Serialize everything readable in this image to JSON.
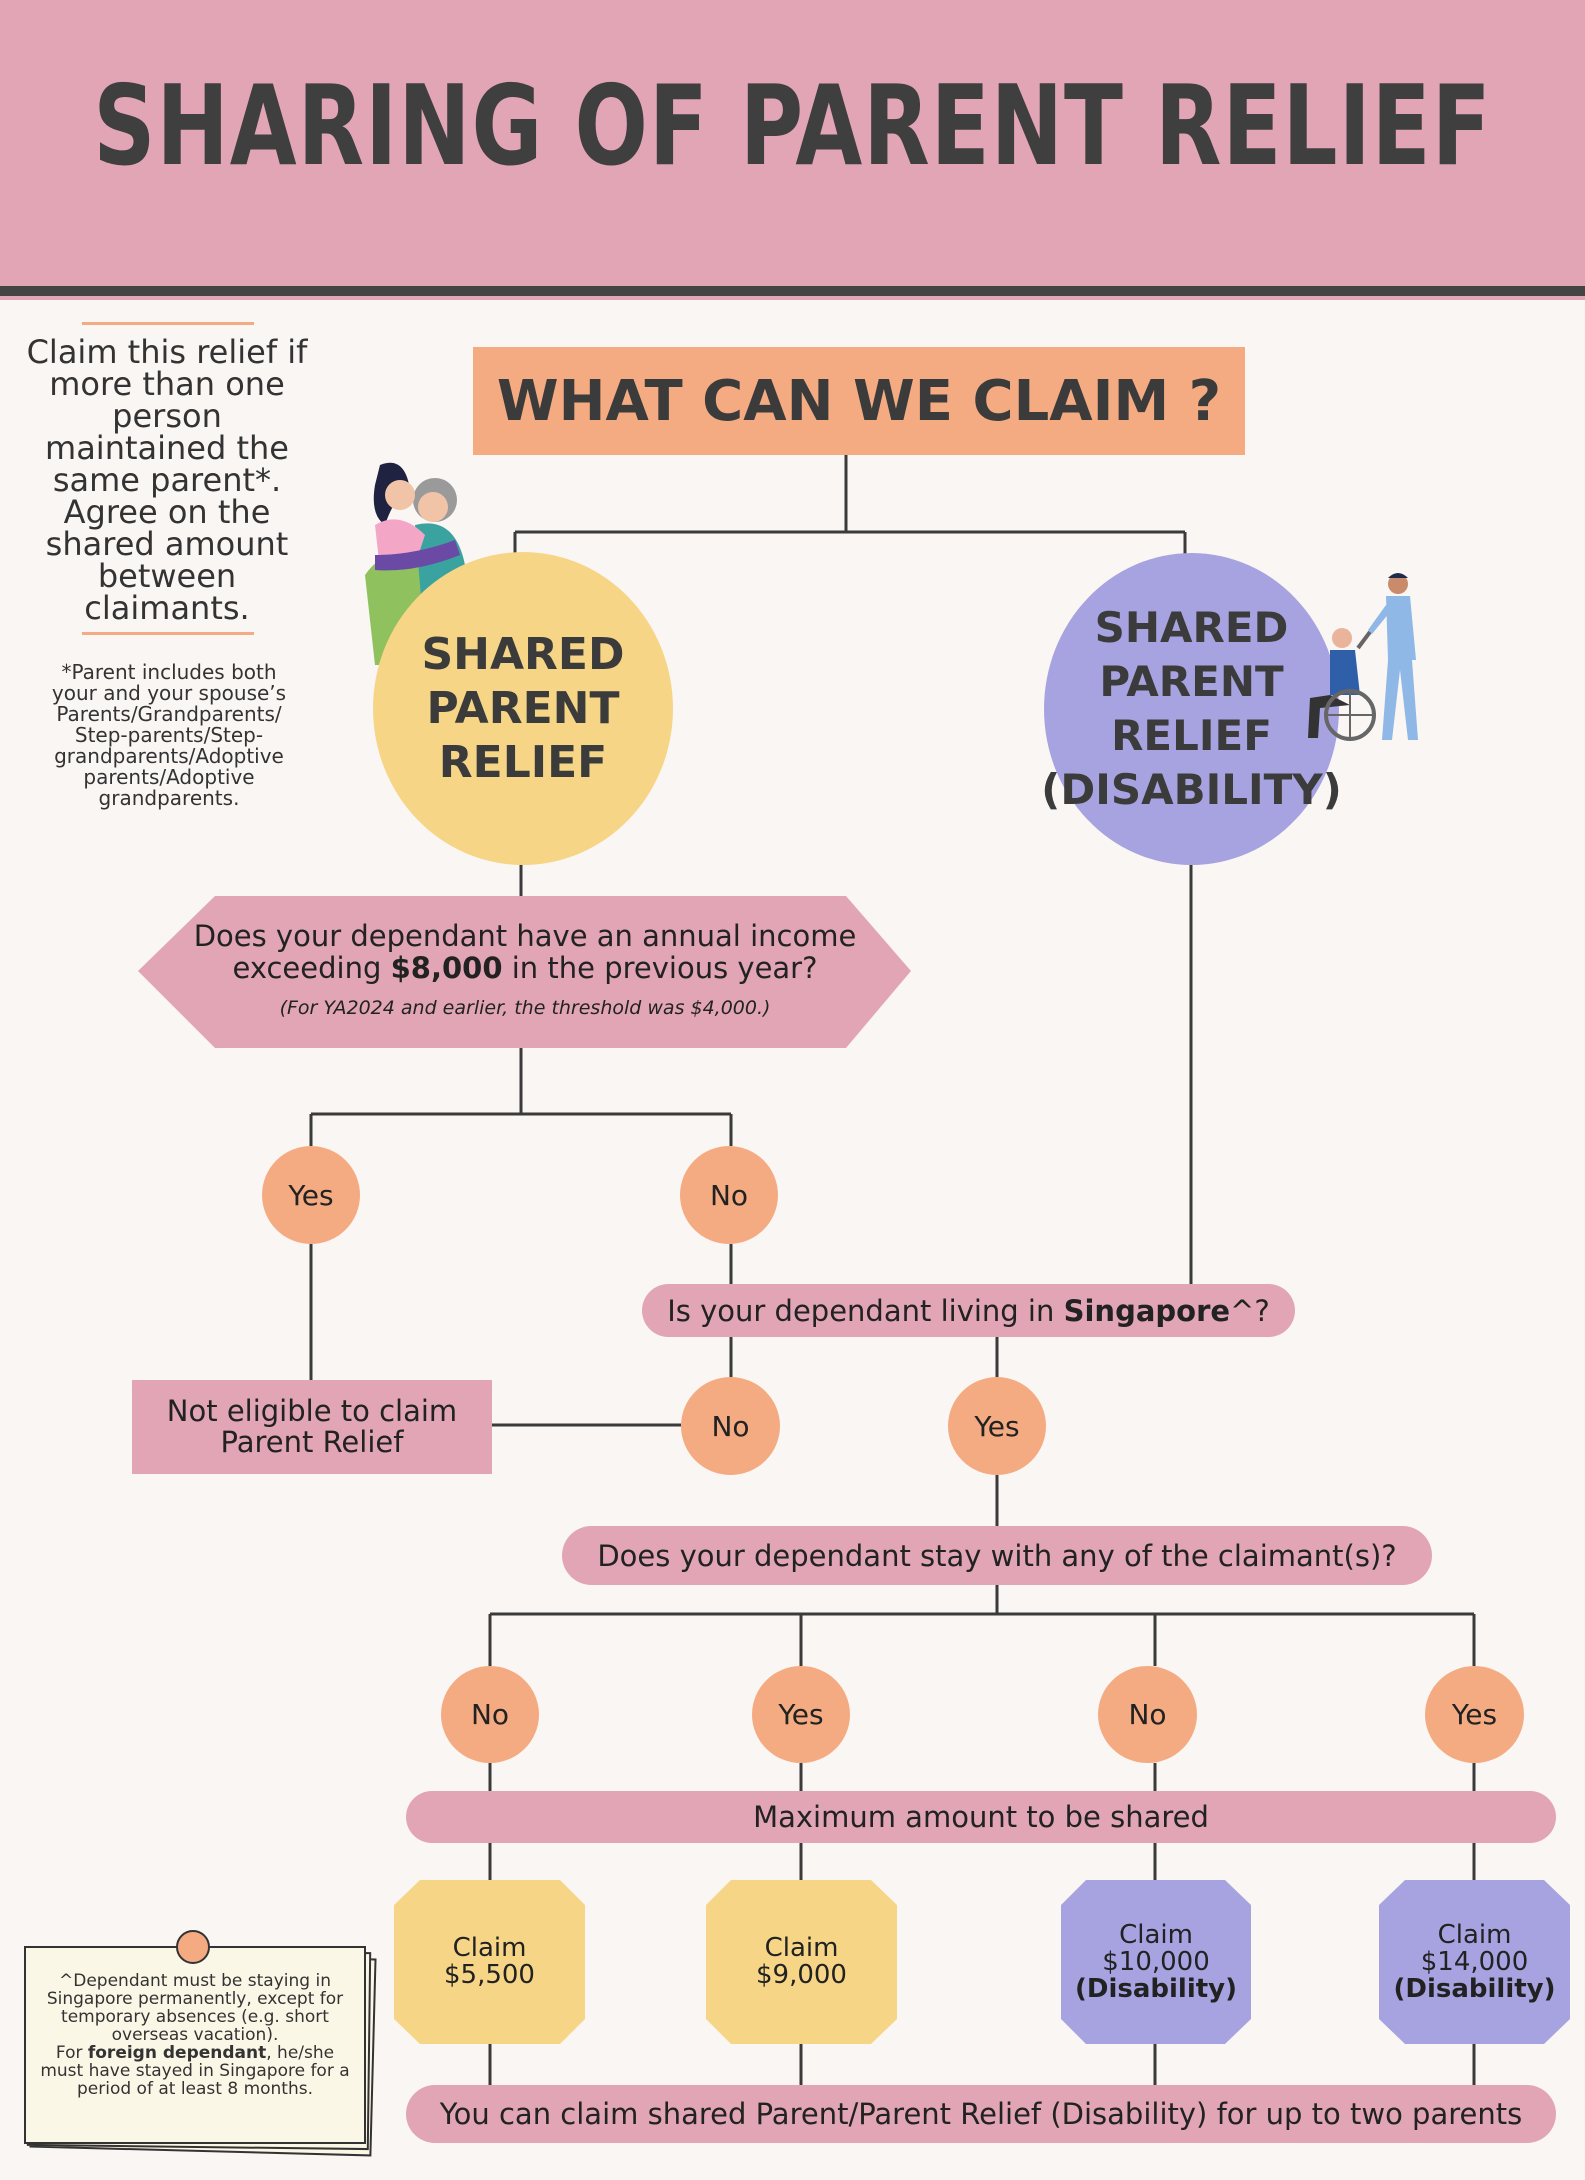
{
  "title": "SHARING OF PARENT RELIEF",
  "side_note": {
    "main": "Claim this relief if more than one person maintained the same parent*. Agree on the shared amount between claimants.",
    "footnote": "*Parent includes both your and your spouse’s Parents/Grandparents/ Step-parents/Step-grandparents/Adoptive parents/Adoptive grandparents."
  },
  "question_top": "WHAT CAN WE CLAIM ?",
  "circle_left": "SHARED PARENT RELIEF",
  "circle_right": "SHARED PARENT RELIEF (DISABILITY)",
  "income_question": {
    "line1": "Does your dependant have an annual income",
    "line2_pre": "exceeding ",
    "line2_bold": "$8,000",
    "line2_post": " in the previous year?",
    "note": "(For YA2024 and earlier, the threshold was $4,000.)"
  },
  "answers": {
    "yes": "Yes",
    "no": "No"
  },
  "not_eligible": "Not eligible to claim Parent Relief",
  "singapore_question": {
    "pre": "Is your dependant living in ",
    "bold": "Singapore",
    "post": "^?"
  },
  "stay_question": "Does your dependant stay with any of the claimant(s)?",
  "max_amount": "Maximum amount to be shared",
  "claims": [
    {
      "line1": "Claim",
      "line2": "$5,500",
      "line3": "",
      "color": "#f6d686"
    },
    {
      "line1": "Claim",
      "line2": "$9,000",
      "line3": "",
      "color": "#f6d686"
    },
    {
      "line1": "Claim",
      "line2": "$10,000",
      "line3": "(Disability)",
      "color": "#a7a3e1"
    },
    {
      "line1": "Claim",
      "line2": "$14,000",
      "line3": "(Disability)",
      "color": "#a7a3e1"
    }
  ],
  "bottom_note": "You can claim shared Parent/Parent Relief (Disability) for up to two parents",
  "sticky_note": {
    "line1": "^Dependant must be staying in Singapore permanently, except for temporary absences (e.g. short overseas vacation).",
    "pre": "For ",
    "bold": "foreign dependant",
    "post": ", he/she must have stayed in Singapore for a period of at least 8 months."
  },
  "colors": {
    "pink": "#e1a5b6",
    "orange": "#f5ab82",
    "yellow": "#f6d686",
    "purple": "#a7a3e1",
    "dark": "#3f3f3f"
  }
}
